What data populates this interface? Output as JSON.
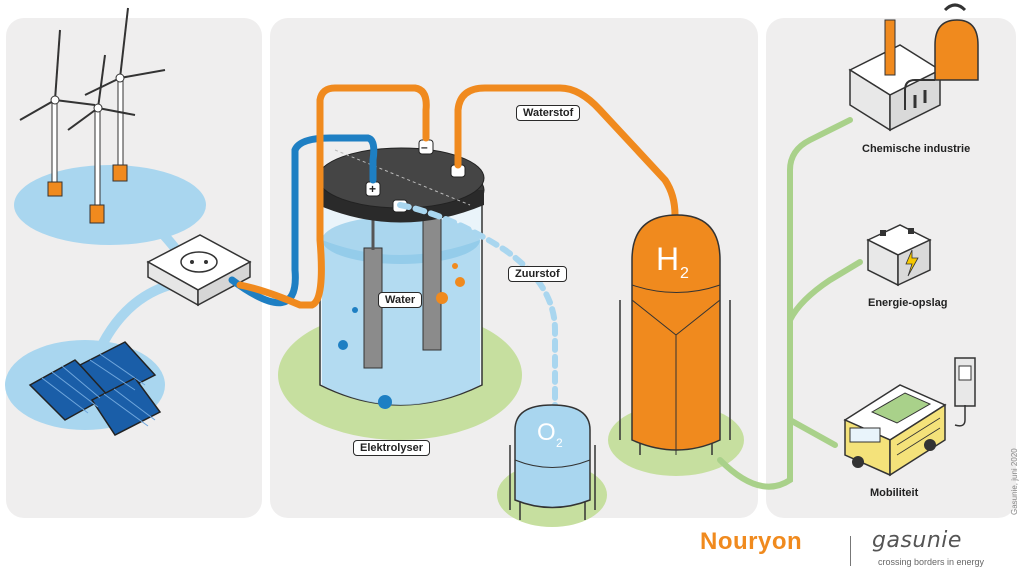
{
  "labels": {
    "water": "Water",
    "waterstof": "Waterstof",
    "zuurstof": "Zuurstof",
    "elektrolyser": "Elektrolyser",
    "chemische_industrie": "Chemische industrie",
    "energie_opslag": "Energie-opslag",
    "mobiliteit": "Mobiliteit"
  },
  "tank_marks": {
    "h2": "H",
    "h2_sub": "2",
    "o2": "O",
    "o2_sub": "2"
  },
  "electrode_marks": {
    "plus": "+",
    "minus": "–"
  },
  "credit": "Gasunie, juni 2020",
  "brands": {
    "nouryon": "Nouryon",
    "gasunie": "gasunie",
    "gasunie_tagline": "crossing borders in energy"
  },
  "colors": {
    "panel_bg": "#efeeee",
    "blue_line": "#1e7fc3",
    "orange_line": "#f08a1e",
    "light_blue": "#a9d6ef",
    "pale_blue_water": "#c9e6f5",
    "green_ground": "#c6df9f",
    "green_line": "#a9d18a",
    "orange_tank": "#f08a1e",
    "dark_lid": "#3a3a3a",
    "solar_blue": "#1a5ea8",
    "bus_yellow": "#f4e27a"
  }
}
